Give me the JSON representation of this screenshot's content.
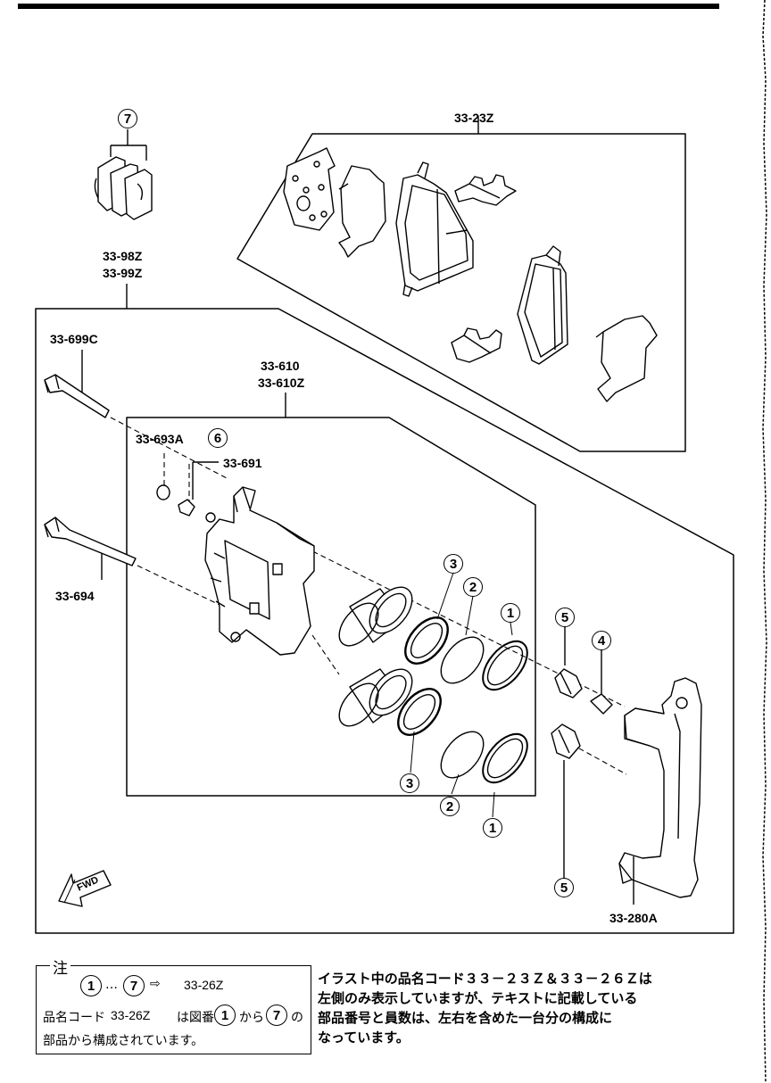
{
  "labels": {
    "pad_kit": "33-23Z",
    "shim_kit_a": "33-98Z",
    "shim_kit_b": "33-99Z",
    "guide_pin_upper": "33-699C",
    "caliper_a": "33-610",
    "caliper_b": "33-610Z",
    "bleeder_cap": "33-693A",
    "bleeder_screw": "33-691",
    "guide_pin_lower": "33-694",
    "bracket": "33-280A"
  },
  "callouts": {
    "c1": "1",
    "c2": "2",
    "c3": "3",
    "c4": "4",
    "c5": "5",
    "c6": "6",
    "c7": "7"
  },
  "fwd_marker": "FWD",
  "note": {
    "title": "注",
    "line1_a": "1",
    "line1_sep": "…",
    "line1_b": "7",
    "line1_arrow": "⇨",
    "line1_code": "33-26Z",
    "line2_prefix": "品名コード",
    "line2_code": "33-26Z",
    "line2_mid": "は図番",
    "line2_a": "1",
    "line2_kara": "から",
    "line2_b": "7",
    "line2_no": "の",
    "line3": "部品から構成されています。"
  },
  "description": {
    "line1": "イラスト中の品名コード３３－２３Ｚ＆３３－２６Ｚは",
    "line2": "左側のみ表示していますが、テキストに記載している",
    "line3": "部品番号と員数は、左右を含めた一台分の構成に",
    "line4": "なっています。"
  }
}
